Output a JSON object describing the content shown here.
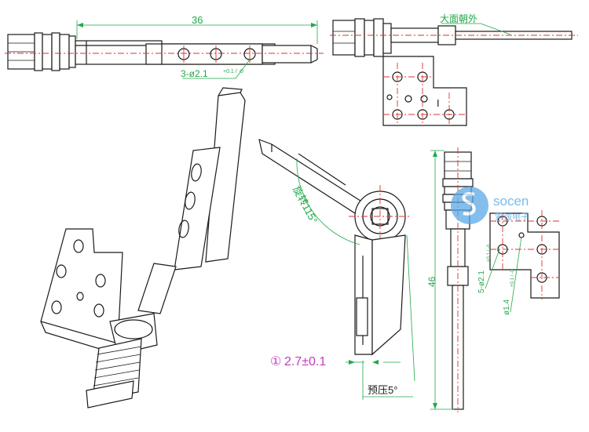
{
  "dimensions": {
    "top_length": "36",
    "holes_top": "3-ø2.1",
    "holes_top_tol": "+0.1 / -0",
    "face_note": "大面朝外",
    "rotation": "旋转115°",
    "height": "46",
    "holes_side": "5-ø2.1",
    "holes_side_tol": "+0.1 / -0",
    "pin_hole": "ø1.4",
    "pin_hole_tol": "+0.1 / -0",
    "tolerance_marker": "①",
    "tolerance": "2.7±0.1",
    "preload": "预压5°",
    "view_mark": "I"
  },
  "watermark": {
    "brand": "socen",
    "tagline": "索诚电子"
  },
  "colors": {
    "outline": "#1a1a1a",
    "centerline": "#d9342b",
    "dimension": "#22a84a",
    "callout": "#c43ac4",
    "watermark": "#5aa9e8"
  }
}
